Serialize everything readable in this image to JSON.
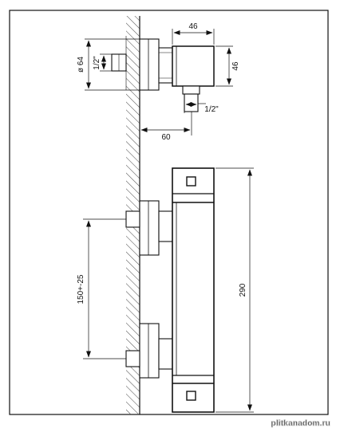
{
  "drawing": {
    "type": "technical-dimension-drawing",
    "dimensions": {
      "body_width": "46",
      "body_height": "46",
      "diameter": "ø 64",
      "side_thread": "1/2\"",
      "bottom_thread": "1/2\"",
      "wall_offset": "60",
      "inlet_spacing": "150+-25",
      "total_height": "290"
    },
    "watermark": "plitkanadom.ru",
    "colors": {
      "line": "#111111",
      "hatch": "#555555",
      "watermark_stroke": "#c7c7c7"
    }
  }
}
